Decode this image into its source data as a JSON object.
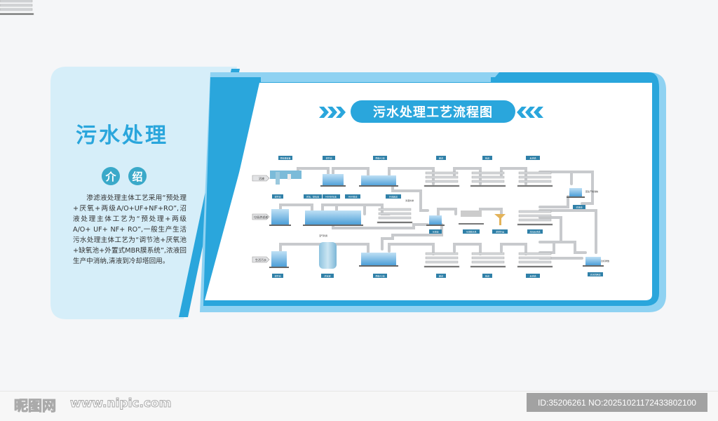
{
  "left_panel": {
    "title": "污水处理",
    "badge_1": "介",
    "badge_2": "绍",
    "intro": "渗滤液处理主体工艺采用“预处理+厌氧+两级A/O+UF+NF+RO”,沼液处理主体工艺为“预处理+两级A/O+ UF+ NF+ RO”,一般生产生活污水处理主体工艺为“调节池+厌氧池+缺氧池+外置式MBR膜系统”,浓液回生产中消纳,清液到冷却塔回用。"
  },
  "diagram": {
    "title": "污水处理工艺流程图",
    "inputs": [
      "沼液",
      "垃圾渗滤液",
      "生活污水"
    ],
    "labels": {
      "pre": "预处理设备",
      "tj1": "调节池",
      "ao1": "两级AO池",
      "uf1": "超滤",
      "nf1": "纳滤",
      "ro1": "反渗透",
      "tj2": "调节池",
      "ao2a": "厌氧、缺氧池",
      "ao2b": "MBR好氧池",
      "ao2c": "MBR膜池",
      "uf2": "外置超滤",
      "sludge": "污泥池",
      "press": "污泥脱水机",
      "cake": "泥饼外运",
      "ro_high": "高压反渗透",
      "conc": "浓液池",
      "clean": "清水回用池",
      "out_conc": "回生产线消纳",
      "out_clean": "达标排放",
      "out_water": "清液外排",
      "tj3": "调节池",
      "anaer": "厌氧罐",
      "gas": "沼气利用",
      "ao3": "两级AO池",
      "uf3": "超滤",
      "nf3": "纳滤",
      "ro3": "反渗透"
    }
  },
  "watermark": {
    "brand": "昵图网",
    "url": "www.nipic.com",
    "id": "ID:35206261 NO:20251021172433802100"
  },
  "colors": {
    "accent": "#2aa6dc",
    "panel": "#d6eef9",
    "water": "#6fb7e6",
    "pipe": "#c8cacd",
    "label": "#2f80a8"
  }
}
